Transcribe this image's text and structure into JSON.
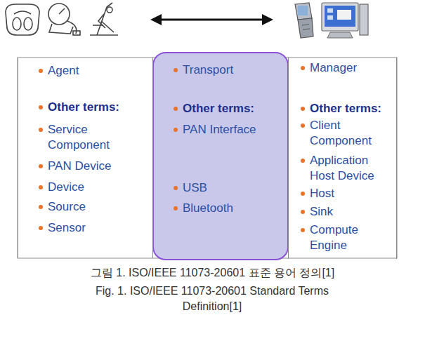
{
  "diagram": {
    "caption": "그림 1. ISO/IEEE 11073-20601 표준 용어 정의[1]",
    "nodes": [
      {
        "text": [
          "Agent",
          "Other terms:",
          "Service Component",
          "PAN Device",
          "Device",
          "Source",
          "Sensor"
        ]
      },
      {
        "text": [
          "Transport",
          "Other terms:",
          "PAN Interface",
          "USB",
          "Bluetooth"
        ]
      },
      {
        "text": [
          "Manager",
          "Other terms:",
          "Client Component",
          "Application Host Device",
          "Host",
          "Sink",
          "Compute Engine"
        ]
      }
    ],
    "labels": [
      "Fig. 1. ISO/IEEE 11073-20601 Standard Terms Definition[1]"
    ]
  }
}
